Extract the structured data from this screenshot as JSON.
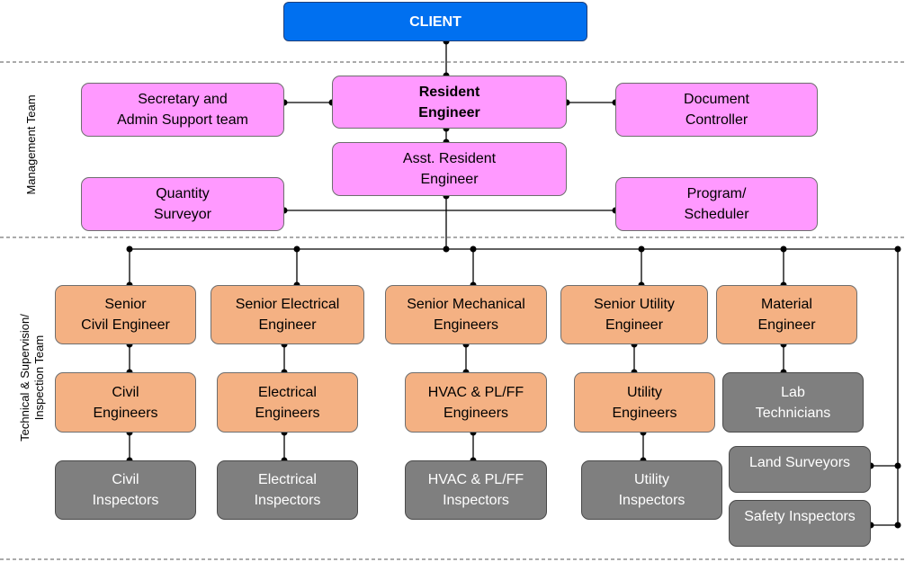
{
  "sections": {
    "management_label": "Management Team",
    "technical_label": "Technical & Supervision/\nInspection Team"
  },
  "nodes": {
    "client": "CLIENT",
    "resident_engineer": "Resident\nEngineer",
    "secretary": "Secretary and\nAdmin Support team",
    "document_controller": "Document\nController",
    "asst_resident_engineer": "Asst. Resident\nEngineer",
    "quantity_surveyor": "Quantity\nSurveyor",
    "program_scheduler": "Program/\nScheduler",
    "senior_civil": "Senior\nCivil Engineer",
    "senior_electrical": "Senior Electrical\nEngineer",
    "senior_mechanical": "Senior Mechanical\nEngineers",
    "senior_utility": "Senior Utility\nEngineer",
    "material_engineer": "Material\nEngineer",
    "civil_engineers": "Civil\nEngineers",
    "electrical_engineers": "Electrical\nEngineers",
    "hvac_engineers": "HVAC & PL/FF\nEngineers",
    "utility_engineers": "Utility\nEngineers",
    "lab_technicians": "Lab\nTechnicians",
    "civil_inspectors": "Civil\nInspectors",
    "electrical_inspectors": "Electrical\nInspectors",
    "hvac_inspectors": "HVAC & PL/FF\nInspectors",
    "utility_inspectors": "Utility\nInspectors",
    "land_surveyors": "Land Surveyors",
    "safety_inspectors": "Safety Inspectors"
  },
  "colors": {
    "client": "#0070f0",
    "management": "#ff99ff",
    "senior": "#f4b183",
    "inspectors": "#7f7f7f"
  }
}
